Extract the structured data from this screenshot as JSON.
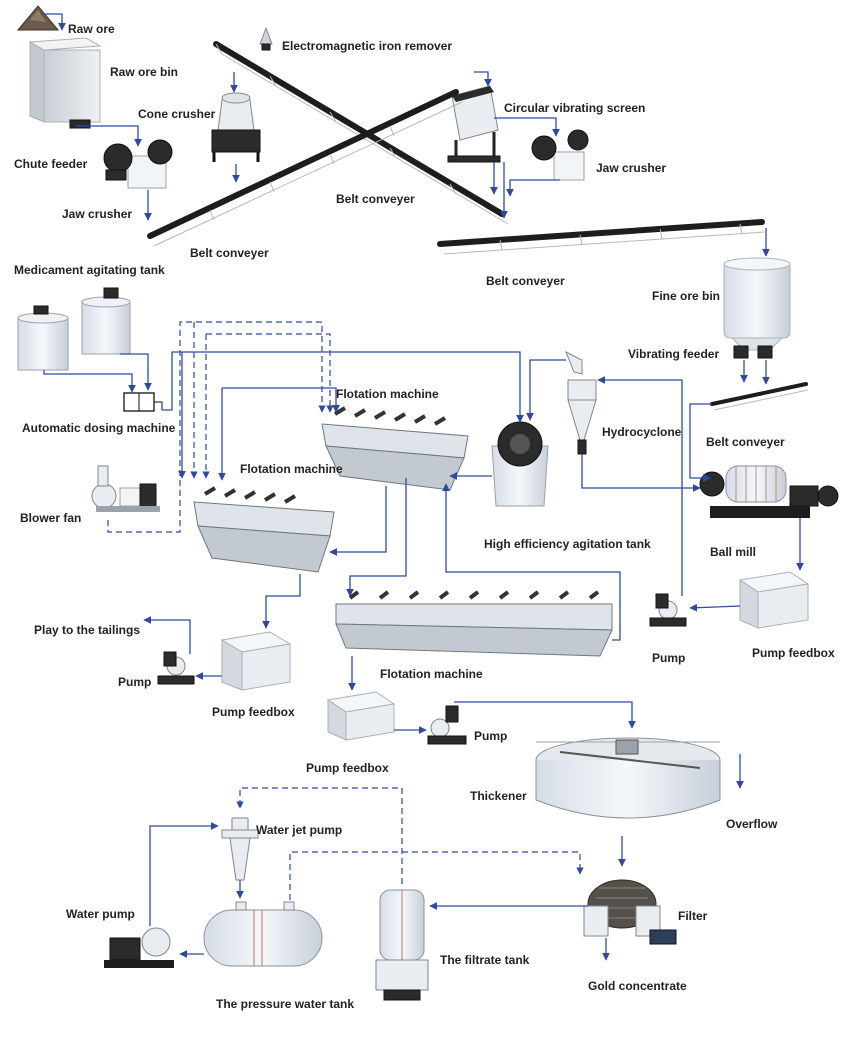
{
  "colors": {
    "flow": "#2e4aa0",
    "label": "#222222",
    "equipment": "#e9edf1",
    "dark": "#2b2b2b"
  },
  "labels": {
    "raw_ore": "Raw ore",
    "raw_ore_bin": "Raw ore bin",
    "chute_feeder": "Chute feeder",
    "jaw_crusher_1": "Jaw crusher",
    "cone_crusher": "Cone crusher",
    "electromagnetic_iron_remover": "Electromagnetic iron remover",
    "circular_vibrating_screen": "Circular vibrating screen",
    "jaw_crusher_2": "Jaw crusher",
    "belt_conveyer_1": "Belt conveyer",
    "belt_conveyer_2": "Belt conveyer",
    "belt_conveyer_3": "Belt conveyer",
    "medicament_agitating_tank": "Medicament agitating tank",
    "fine_ore_bin": "Fine ore bin",
    "vibrating_feeder": "Vibrating feeder",
    "flotation_machine_1": "Flotation machine",
    "flotation_machine_2": "Flotation machine",
    "automatic_dosing_machine": "Automatic dosing machine",
    "hydrocyclone": "Hydrocyclone",
    "belt_conveyer_4": "Belt conveyer",
    "blower_fan": "Blower fan",
    "high_efficiency_agitation_tank": "High efficiency agitation tank",
    "ball_mill": "Ball mill",
    "play_to_tailings": "Play to the tailings",
    "pump_1": "Pump",
    "pump_feedbox_1": "Pump feedbox",
    "flotation_machine_3": "Flotation machine",
    "pump_2": "Pump",
    "pump_feedbox_2": "Pump feedbox",
    "pump_3": "Pump",
    "pump_feedbox_3": "Pump feedbox",
    "thickener": "Thickener",
    "overflow": "Overflow",
    "water_jet_pump": "Water jet pump",
    "water_pump": "Water pump",
    "filter": "Filter",
    "the_filtrate_tank": "The filtrate tank",
    "gold_concentrate": "Gold concentrate",
    "the_pressure_water_tank": "The pressure water tank"
  }
}
